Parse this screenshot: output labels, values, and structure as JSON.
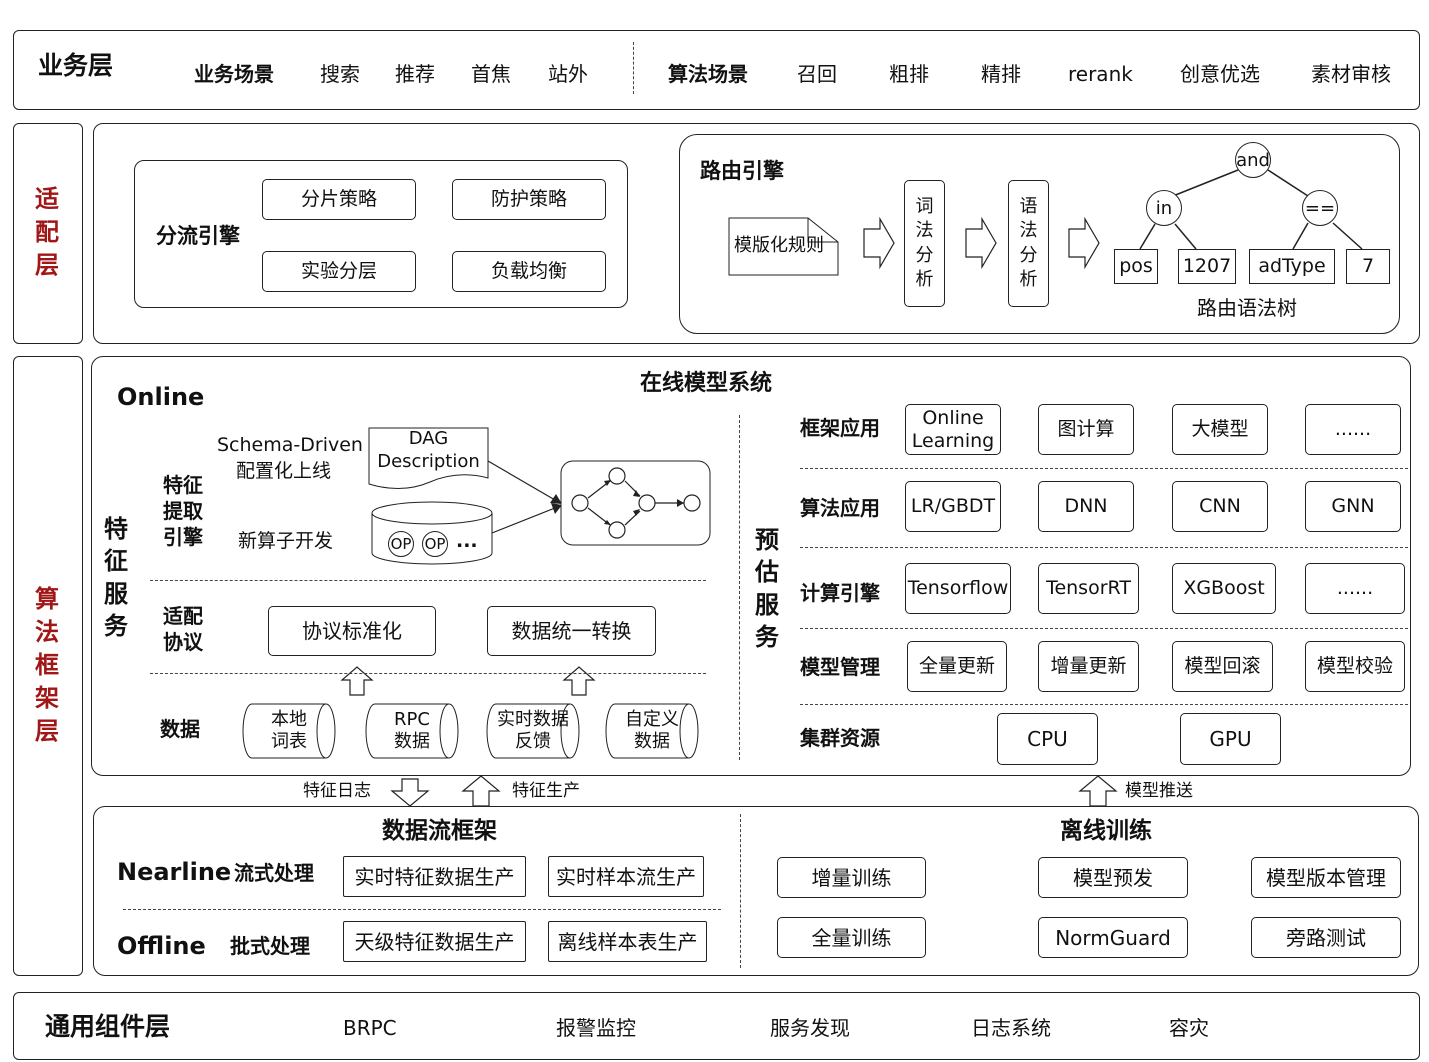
{
  "business_layer": {
    "title": "业务层",
    "scene_label": "业务场景",
    "scenes": [
      "搜索",
      "推荐",
      "首焦",
      "站外"
    ],
    "algo_label": "算法场景",
    "algo_scenes": [
      "召回",
      "粗排",
      "精排",
      "rerank",
      "创意优选",
      "素材审核"
    ]
  },
  "adapter_layer": {
    "title": "适配层",
    "split_engine": {
      "title": "分流引擎",
      "items": [
        "分片策略",
        "防护策略",
        "实验分层",
        "负载均衡"
      ]
    },
    "routing_engine": {
      "title": "路由引擎",
      "doc": "模版化规则",
      "lexical": "词法分析",
      "syntax": "语法分析",
      "tree_label": "路由语法树",
      "tree_nodes": [
        "and",
        "in",
        "=="
      ],
      "tree_leaves": [
        "pos",
        "1207",
        "adType",
        "7"
      ]
    }
  },
  "algo_layer": {
    "title": "算法框架层",
    "online_title": "在线模型系统",
    "online_label": "Online",
    "feature_service": {
      "title": "特征服务",
      "extract_title": "特征提取引擎",
      "schema_line1": "Schema-Driven",
      "schema_line2": "配置化上线",
      "dag_doc": "DAG Description",
      "new_op": "新算子开发",
      "op_label": "OP",
      "ellipsis": "...",
      "protocol_title": "适配协议",
      "protocol_items": [
        "协议标准化",
        "数据统一转换"
      ],
      "data_title": "数据",
      "data_sources": [
        "本地\n词表",
        "RPC\n数据",
        "实时数据\n反馈",
        "自定义\n数据"
      ]
    },
    "predict_service": {
      "title": "预估服务",
      "rows": [
        {
          "label": "框架应用",
          "items": [
            "Online Learning",
            "图计算",
            "大模型",
            "......"
          ]
        },
        {
          "label": "算法应用",
          "items": [
            "LR/GBDT",
            "DNN",
            "CNN",
            "GNN"
          ]
        },
        {
          "label": "计算引擎",
          "items": [
            "Tensorflow",
            "TensorRT",
            "XGBoost",
            "......"
          ]
        },
        {
          "label": "模型管理",
          "items": [
            "全量更新",
            "增量更新",
            "模型回滚",
            "模型校验"
          ]
        },
        {
          "label": "集群资源",
          "items": [
            "CPU",
            "GPU"
          ]
        }
      ]
    },
    "arrows": {
      "feature_log": "特征日志",
      "feature_prod": "特征生产",
      "model_push": "模型推送"
    },
    "dataflow": {
      "title": "数据流框架",
      "nearline": "Nearline",
      "stream": "流式处理",
      "offline": "Offline",
      "batch": "批式处理",
      "items": [
        "实时特征数据生产",
        "实时样本流生产",
        "天级特征数据生产",
        "离线样本表生产"
      ]
    },
    "offline_training": {
      "title": "离线训练",
      "left": [
        "增量训练",
        "全量训练"
      ],
      "middle": [
        "模型预发",
        "NormGuard"
      ],
      "right": [
        "模型版本管理",
        "旁路测试"
      ]
    }
  },
  "common_layer": {
    "title": "通用组件层",
    "items": [
      "BRPC",
      "报警监控",
      "服务发现",
      "日志系统",
      "容灾"
    ]
  },
  "colors": {
    "accent_red": "#a11616",
    "border": "#222222"
  }
}
